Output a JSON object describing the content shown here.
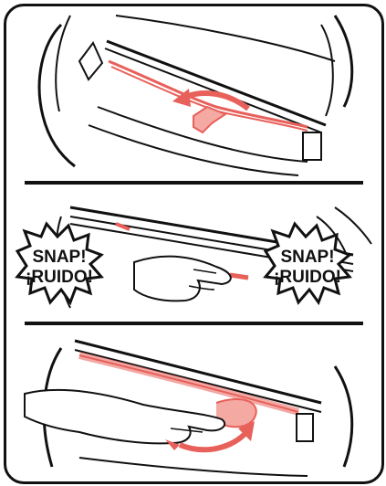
{
  "callouts": {
    "left": {
      "line1": "SNAP!",
      "line2": "¡RUIDO!"
    },
    "right": {
      "line1": "SNAP!",
      "line2": "¡RUIDO!"
    }
  },
  "colors": {
    "outline": "#111111",
    "highlight": "#e8605a",
    "highlight_fill": "#f4a9a3",
    "background": "#ffffff"
  }
}
